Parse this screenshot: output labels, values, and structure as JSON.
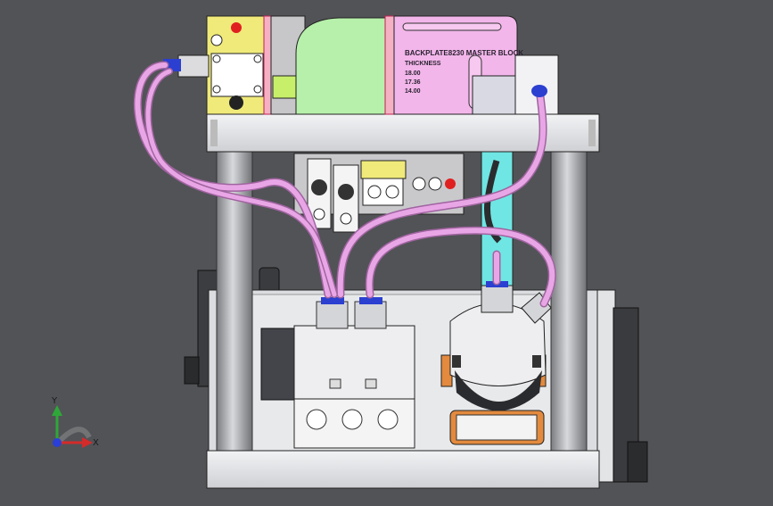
{
  "plate_label": {
    "title": "BACKPLATE8230 MASTER BLOCK",
    "subtitle": "THICKNESS",
    "values": [
      "18.00",
      "17.36",
      "14.00"
    ]
  },
  "triad": {
    "y_label": "Y",
    "x_label": "X",
    "x_color": "#d42b2b",
    "y_color": "#2ea838",
    "z_color": "#2a3fd6"
  },
  "colors": {
    "background": "#525357",
    "tube": "#e9a6e6",
    "plate": "#e6e7ea",
    "pink_block": "#f2b6ea",
    "yellow_block": "#f0ea7a",
    "green_block": "#b6f0aa",
    "cyan_block": "#6fe6e3",
    "orange_bracket": "#e38a3e"
  }
}
